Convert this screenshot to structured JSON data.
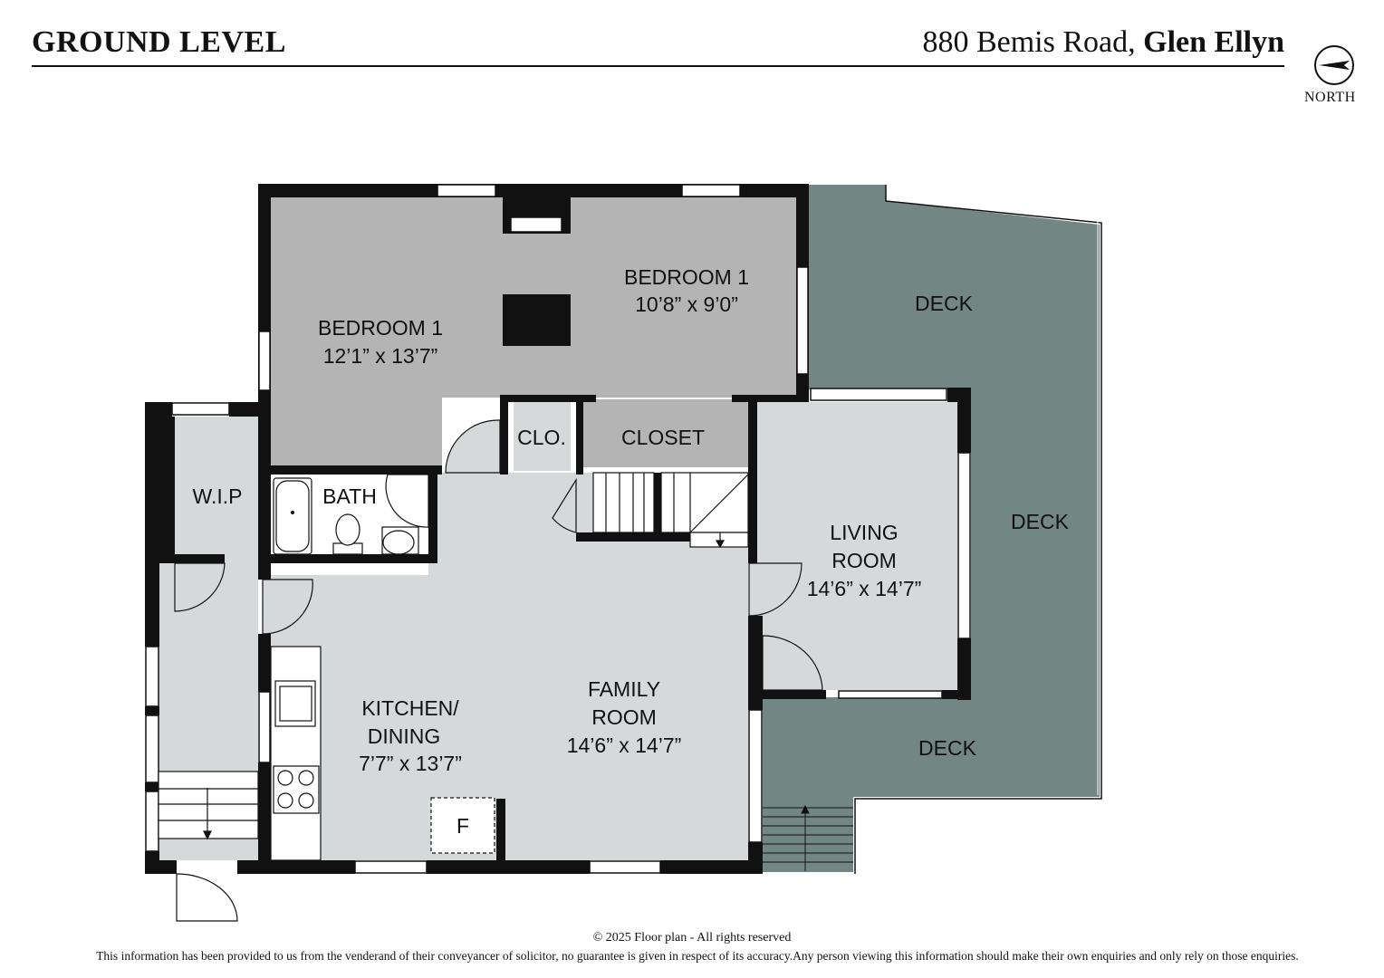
{
  "header": {
    "level_title": "GROUND LEVEL",
    "address_street": "880 Bemis Road,",
    "address_city": "Glen Ellyn",
    "north_label": "NORTH"
  },
  "rooms": {
    "bedroom_left": {
      "name": "BEDROOM 1",
      "dims": "12’1” x 13’7”"
    },
    "bedroom_right": {
      "name": "BEDROOM 1",
      "dims": "10’8” x 9’0”"
    },
    "deck_top": {
      "name": "DECK"
    },
    "deck_side": {
      "name": "DECK"
    },
    "deck_bottom": {
      "name": "DECK"
    },
    "clo": {
      "name": "CLO."
    },
    "closet": {
      "name": "CLOSET"
    },
    "wip": {
      "name": "W.I.P"
    },
    "bath": {
      "name": "BATH"
    },
    "living": {
      "name_line1": "LIVING",
      "name_line2": "ROOM",
      "dims": "14’6” x 14’7”"
    },
    "family": {
      "name_line1": "FAMILY",
      "name_line2": "ROOM",
      "dims": "14’6” x 14’7”"
    },
    "kitchen": {
      "name_line1": "KITCHEN/",
      "name_line2": "DINING",
      "dims": "7’7” x 13’7”"
    },
    "fridge": {
      "name": "F"
    }
  },
  "colors": {
    "wall": "#111111",
    "bedroom_fill": "#b4b4b4",
    "floor_fill": "#d6d9da",
    "deck_fill": "#728784",
    "closet_fill": "#b4b4b4"
  },
  "footer": {
    "copyright": "© 2025  Floor plan  - All rights reserved",
    "disclaimer": "This information has been provided to us from the venderand of their conveyancer of solicitor, no guarantee is given in respect of its accuracy.Any person viewing this information should make their own enquiries and only rely on those enquiries."
  }
}
